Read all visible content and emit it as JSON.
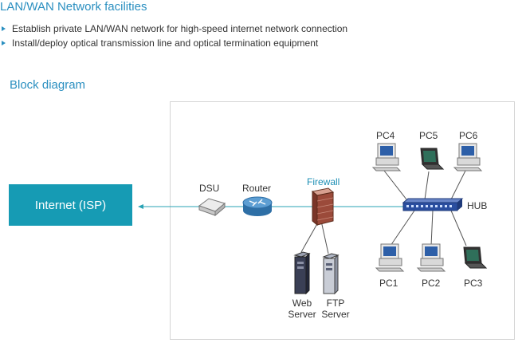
{
  "heading": "LAN/WAN Network facilities",
  "bullets": [
    "Establish private LAN/WAN network for high-speed internet network connection",
    "Install/deploy optical transmission line and optical termination equipment"
  ],
  "subheading": "Block diagram",
  "internet_label": "Internet (ISP)",
  "labels": {
    "dsu": "DSU",
    "router": "Router",
    "firewall": "Firewall",
    "hub": "HUB",
    "pc1": "PC1",
    "pc2": "PC2",
    "pc3": "PC3",
    "pc4": "PC4",
    "pc5": "PC5",
    "pc6": "PC6",
    "web_server_line1": "Web",
    "web_server_line2": "Server",
    "ftp_server_line1": "FTP",
    "ftp_server_line2": "Server"
  },
  "colors": {
    "accent": "#2a8fc0",
    "internet_box": "#169bb4",
    "firewall_label": "#1d8fb5",
    "link_line": "#2aa3b5"
  }
}
